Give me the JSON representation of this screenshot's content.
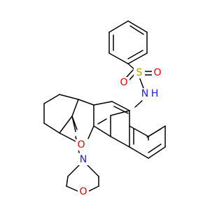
{
  "molecule": {
    "atoms": {
      "sulfur": {
        "text": "S",
        "color": "#b8a000"
      },
      "oxygen_top": {
        "text": "O",
        "color": "#e00000"
      },
      "oxygen_right": {
        "text": "O",
        "color": "#e00000"
      },
      "nitrogen_amide": {
        "text": "N",
        "color": "#1a1aff"
      },
      "hydrogen_amide": {
        "text": "H",
        "color": "#1a1aff"
      },
      "oxygen_furan": {
        "text": "O",
        "color": "#e00000"
      },
      "nitrogen_morpholine": {
        "text": "N",
        "color": "#1a1aff"
      },
      "oxygen_morpholine": {
        "text": "O",
        "color": "#e00000"
      }
    }
  }
}
